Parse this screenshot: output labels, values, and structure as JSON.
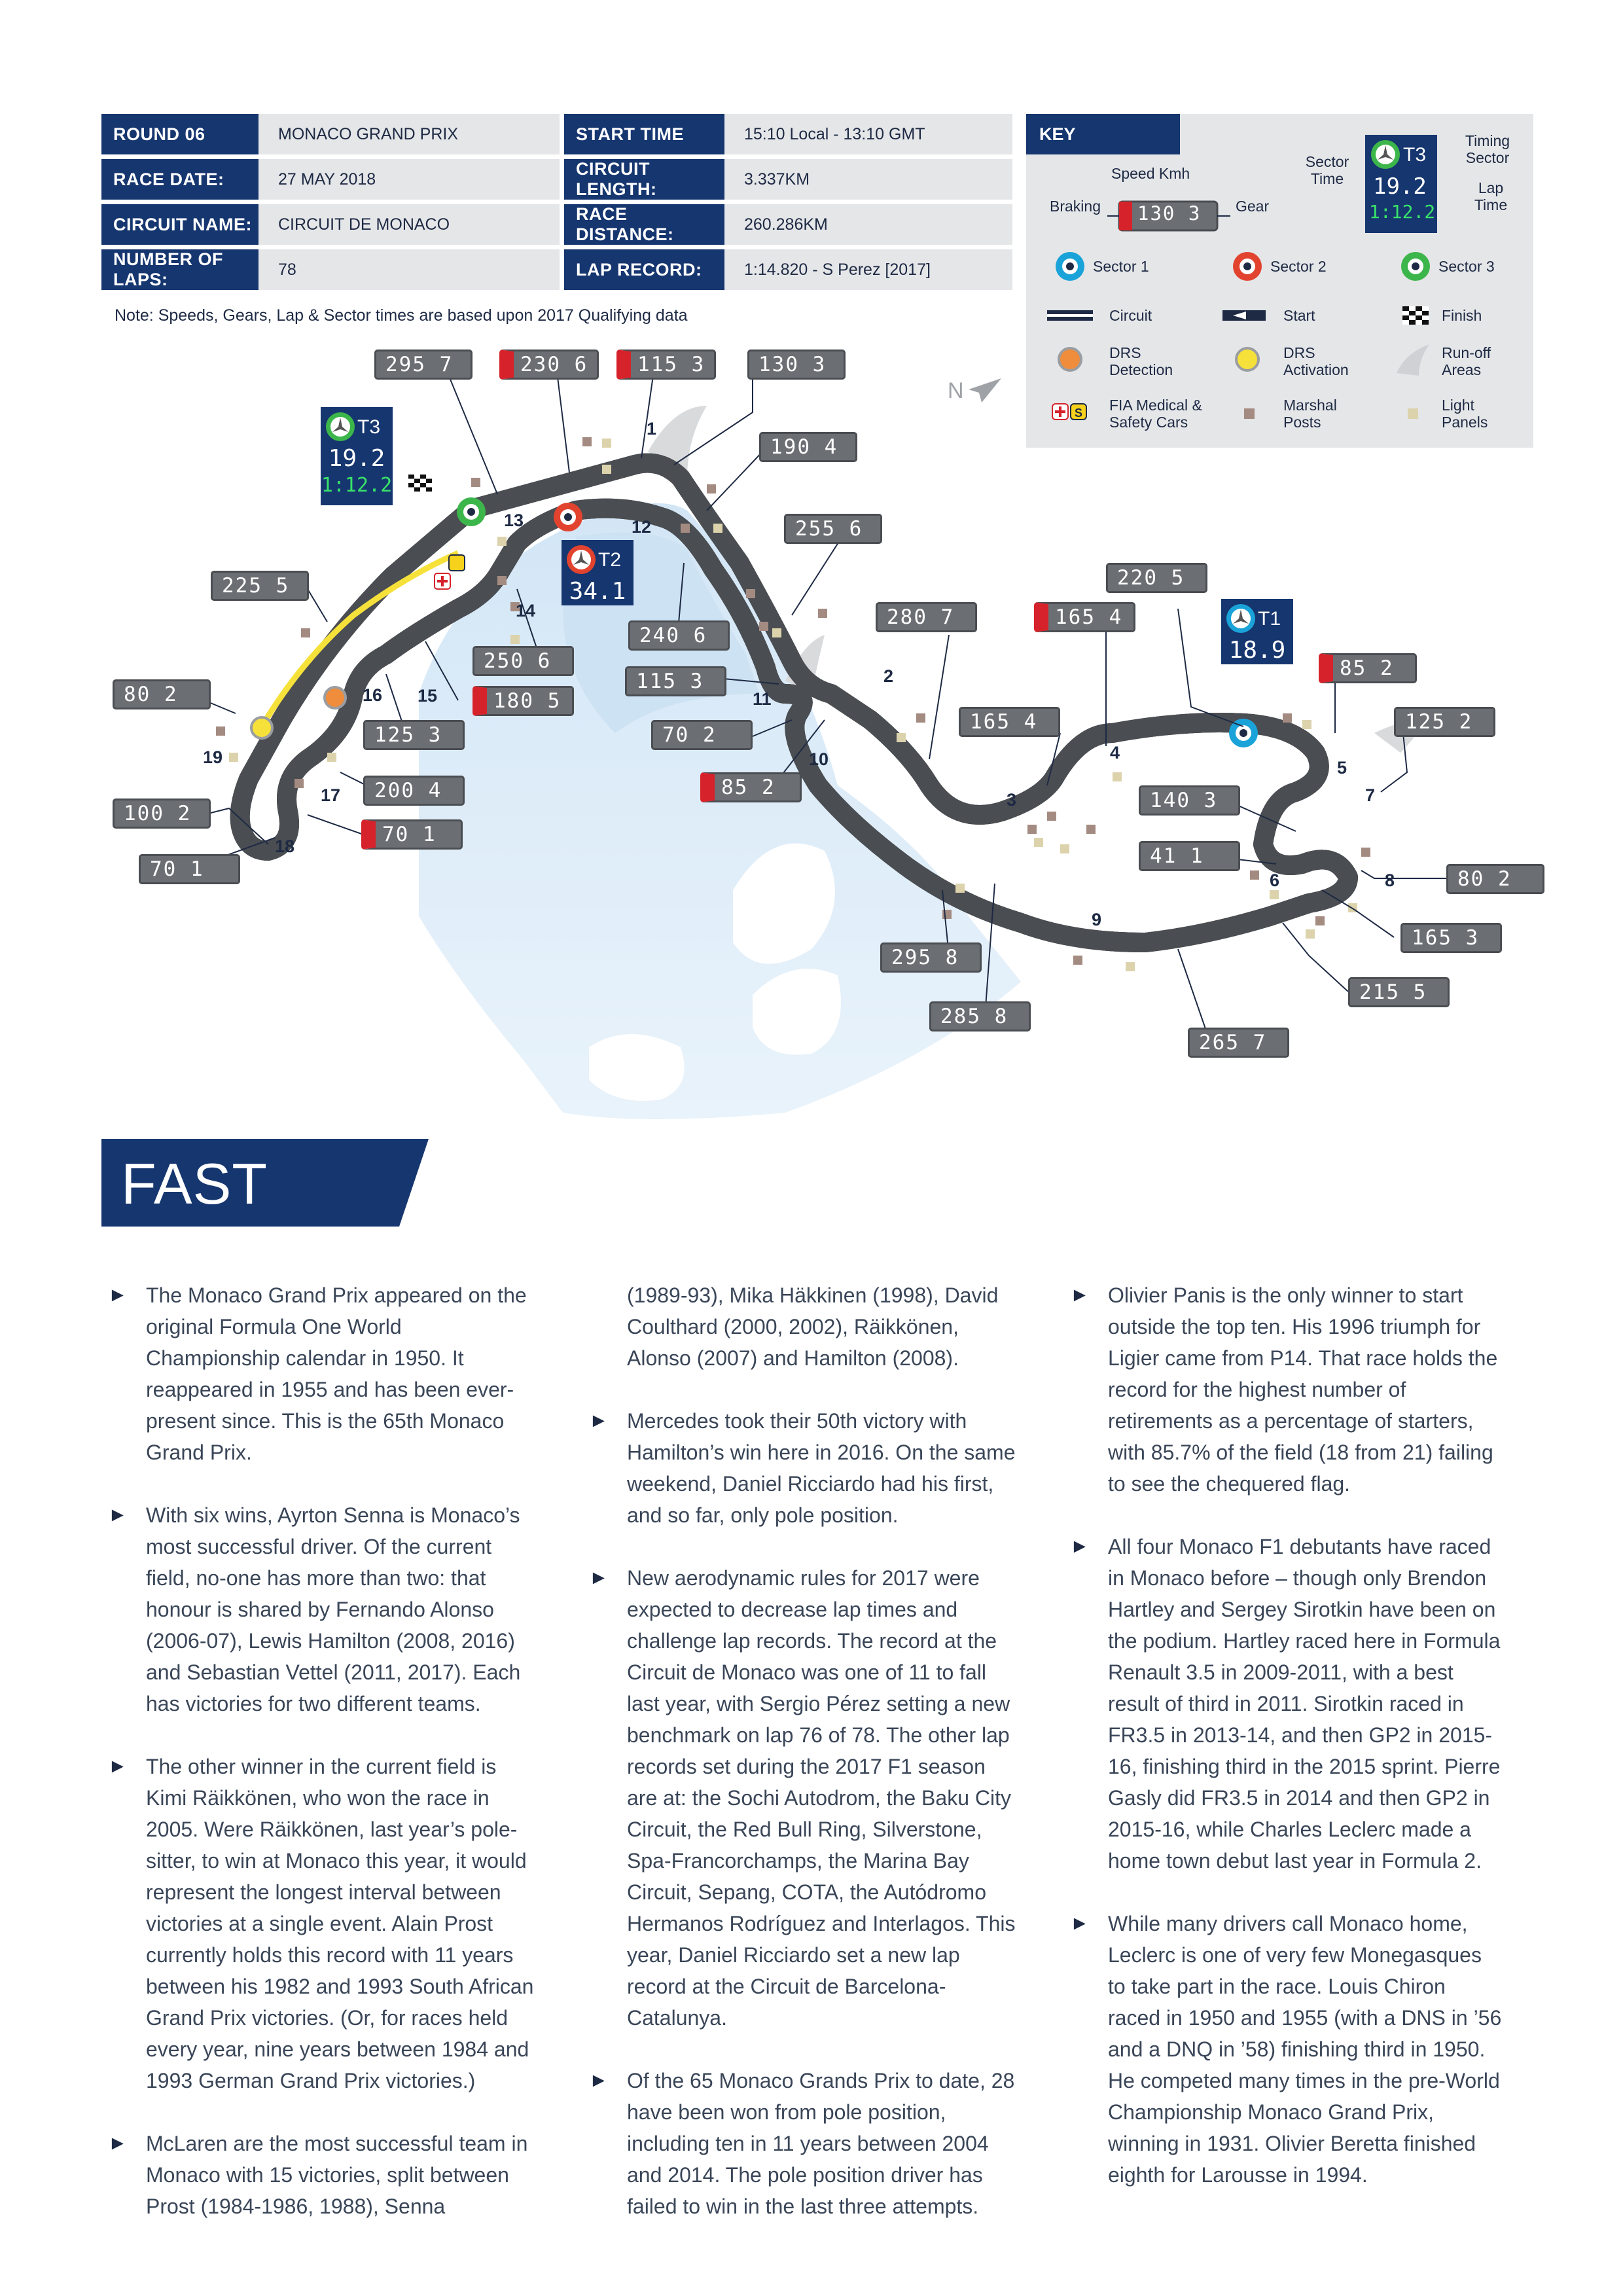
{
  "info": {
    "round": {
      "label": "ROUND 06",
      "value": "MONACO GRAND PRIX"
    },
    "race_date": {
      "label": "RACE DATE:",
      "value": "27 MAY 2018"
    },
    "circuit_name": {
      "label": "CIRCUIT NAME:",
      "value": "CIRCUIT DE MONACO"
    },
    "laps": {
      "label": "NUMBER OF LAPS:",
      "value": "78"
    },
    "start_time": {
      "label": "START TIME",
      "value": "15:10 Local - 13:10 GMT"
    },
    "circuit_length": {
      "label": "CIRCUIT LENGTH:",
      "value": "3.337KM"
    },
    "race_distance": {
      "label": "RACE DISTANCE:",
      "value": "260.286KM"
    },
    "lap_record": {
      "label": "LAP RECORD:",
      "value": "1:14.820 - S Perez [2017]"
    },
    "note": "Note:   Speeds, Gears, Lap & Sector times are based upon 2017 Qualifying data"
  },
  "key": {
    "title": "KEY",
    "speed_kmh": "Speed Kmh",
    "braking": "Braking",
    "gear": "Gear",
    "sample_speed": "130 3",
    "sector_time": "Sector Time",
    "timing_sector": "Timing Sector",
    "lap_time": "Lap Time",
    "sample_sector": "T3",
    "sample_sector_time": "19.2",
    "sample_lap_time": "1:12.2",
    "sector1": "Sector 1",
    "sector2": "Sector 2",
    "sector3": "Sector 3",
    "circuit": "Circuit",
    "start": "Start",
    "finish": "Finish",
    "drs_detection": "DRS Detection",
    "drs_activation": "DRS Activation",
    "runoff": "Run-off Areas",
    "medical": "FIA Medical & Safety Cars",
    "marshal": "Marshal Posts",
    "light": "Light Panels",
    "colors": {
      "sector1": "#1aa3d9",
      "sector2": "#e2432f",
      "sector3": "#3cb64a",
      "drs_detection": "#ef8d3c",
      "drs_activation": "#f6e13b",
      "navy": "#16366f"
    }
  },
  "map": {
    "north": "N",
    "sector_boxes": {
      "t3": {
        "label": "T3",
        "time": "19.2",
        "lap": "1:12.2"
      },
      "t2": {
        "label": "T2",
        "time": "34.1"
      },
      "t1": {
        "label": "T1",
        "time": "18.9"
      }
    },
    "speeds": [
      {
        "id": "s2957",
        "text": "295 7"
      },
      {
        "id": "s2306",
        "text": "230 6"
      },
      {
        "id": "s1153a",
        "text": "115 3"
      },
      {
        "id": "s1303",
        "text": "130 3"
      },
      {
        "id": "s1904",
        "text": "190 4"
      },
      {
        "id": "s2556",
        "text": "255 6"
      },
      {
        "id": "s2255",
        "text": "225 5"
      },
      {
        "id": "s2506",
        "text": "250 6"
      },
      {
        "id": "s2406",
        "text": "240 6"
      },
      {
        "id": "s1805",
        "text": "180 5"
      },
      {
        "id": "s802a",
        "text": "80 2"
      },
      {
        "id": "s1253",
        "text": "125 3"
      },
      {
        "id": "s1153b",
        "text": "115 3"
      },
      {
        "id": "s702",
        "text": "70 2"
      },
      {
        "id": "s2004",
        "text": "200 4"
      },
      {
        "id": "s852a",
        "text": "85 2"
      },
      {
        "id": "s1002",
        "text": "100 2"
      },
      {
        "id": "s701a",
        "text": "70 1"
      },
      {
        "id": "s701b",
        "text": "70 1"
      },
      {
        "id": "s2807",
        "text": "280 7"
      },
      {
        "id": "s1654a",
        "text": "165 4"
      },
      {
        "id": "s1654b",
        "text": "165 4"
      },
      {
        "id": "s2205",
        "text": "220 5"
      },
      {
        "id": "s852b",
        "text": "85 2"
      },
      {
        "id": "s1252",
        "text": "125 2"
      },
      {
        "id": "s1403",
        "text": "140 3"
      },
      {
        "id": "s411",
        "text": "41 1"
      },
      {
        "id": "s802b",
        "text": "80 2"
      },
      {
        "id": "s1653",
        "text": "165 3"
      },
      {
        "id": "s2155",
        "text": "215 5"
      },
      {
        "id": "s2958",
        "text": "295 8"
      },
      {
        "id": "s2858",
        "text": "285 8"
      },
      {
        "id": "s2657",
        "text": "265 7"
      }
    ],
    "turns": [
      "1",
      "2",
      "3",
      "4",
      "5",
      "6",
      "7",
      "8",
      "9",
      "10",
      "11",
      "12",
      "13",
      "14",
      "15",
      "16",
      "17",
      "18",
      "19"
    ]
  },
  "fast_facts": {
    "title": "FAST FACTS",
    "col1": [
      "The Monaco Grand Prix appeared on the original Formula One World Championship calendar in 1950. It reappeared in 1955 and has been ever-present since. This is the 65th Monaco Grand Prix.",
      "With six wins, Ayrton Senna is Monaco’s most successful driver. Of the current field, no-one has more than two: that honour is shared by Fernando Alonso (2006-07), Lewis Hamilton (2008, 2016) and Sebastian Vettel (2011, 2017). Each has victories for two different teams.",
      "The other winner in the current field is Kimi Räikkönen, who won the race in 2005. Were Räikkönen, last year’s pole-sitter, to win at Monaco this year, it would represent the longest interval between victories at a single event. Alain Prost currently holds this record with 11 years between his 1982 and 1993 South African Grand Prix victories. (Or, for races held every year, nine years between 1984 and 1993 German Grand Prix victories.)",
      "McLaren are the most successful team in Monaco with 15 victories, split between Prost (1984-1986, 1988), Senna"
    ],
    "col2_continuation": "(1989-93), Mika Häkkinen (1998), David Coulthard (2000, 2002), Räikkönen, Alonso (2007) and Hamilton (2008).",
    "col2": [
      "Mercedes took their 50th victory with Hamilton’s win here in 2016. On the same weekend, Daniel Ricciardo had his first, and so far, only pole position.",
      "New aerodynamic rules for 2017 were expected to decrease lap times and challenge lap records. The record at the Circuit de Monaco was one of 11 to fall last year, with Sergio Pérez setting a new benchmark on lap 76 of 78. The other lap records set during the 2017 F1 season are at: the Sochi Autodrom, the Baku City Circuit, the Red Bull Ring, Silverstone, Spa-Francorchamps, the Marina Bay Circuit, Sepang, COTA, the Autódromo Hermanos Rodríguez and Interlagos. This year, Daniel Ricciardo set a new lap record at the Circuit de Barcelona-Catalunya.",
      "Of the 65 Monaco Grands Prix to date, 28 have been won from pole position, including ten in 11 years between 2004 and 2014. The pole position driver has failed to win in the last three attempts."
    ],
    "col3": [
      "Olivier Panis is the only winner to start outside the top ten. His 1996 triumph for Ligier came from P14. That race holds the record for the highest number of retirements as a percentage of starters, with 85.7% of the field (18 from 21) failing to see the chequered flag.",
      "All four Monaco F1 debutants have raced in Monaco before – though only Brendon Hartley  and Sergey Sirotkin have been on the podium. Hartley raced here in Formula Renault 3.5 in 2009-2011, with a best result of third in 2011. Sirotkin raced in FR3.5 in 2013-14, and then GP2 in 2015-16, finishing third in the 2015 sprint. Pierre Gasly did FR3.5 in 2014 and then GP2 in 2015-16, while Charles Leclerc made a home town debut last year in Formula 2.",
      "While many drivers call Monaco home, Leclerc is one of very few Monegasques to take part in the race. Louis Chiron raced in 1950 and 1955  (with a DNS in ’56 and a DNQ in ’58) finishing third in 1950. He competed many times in the pre-World Championship Monaco Grand Prix, winning in 1931. Olivier Beretta finished eighth for Larousse in 1994."
    ]
  }
}
